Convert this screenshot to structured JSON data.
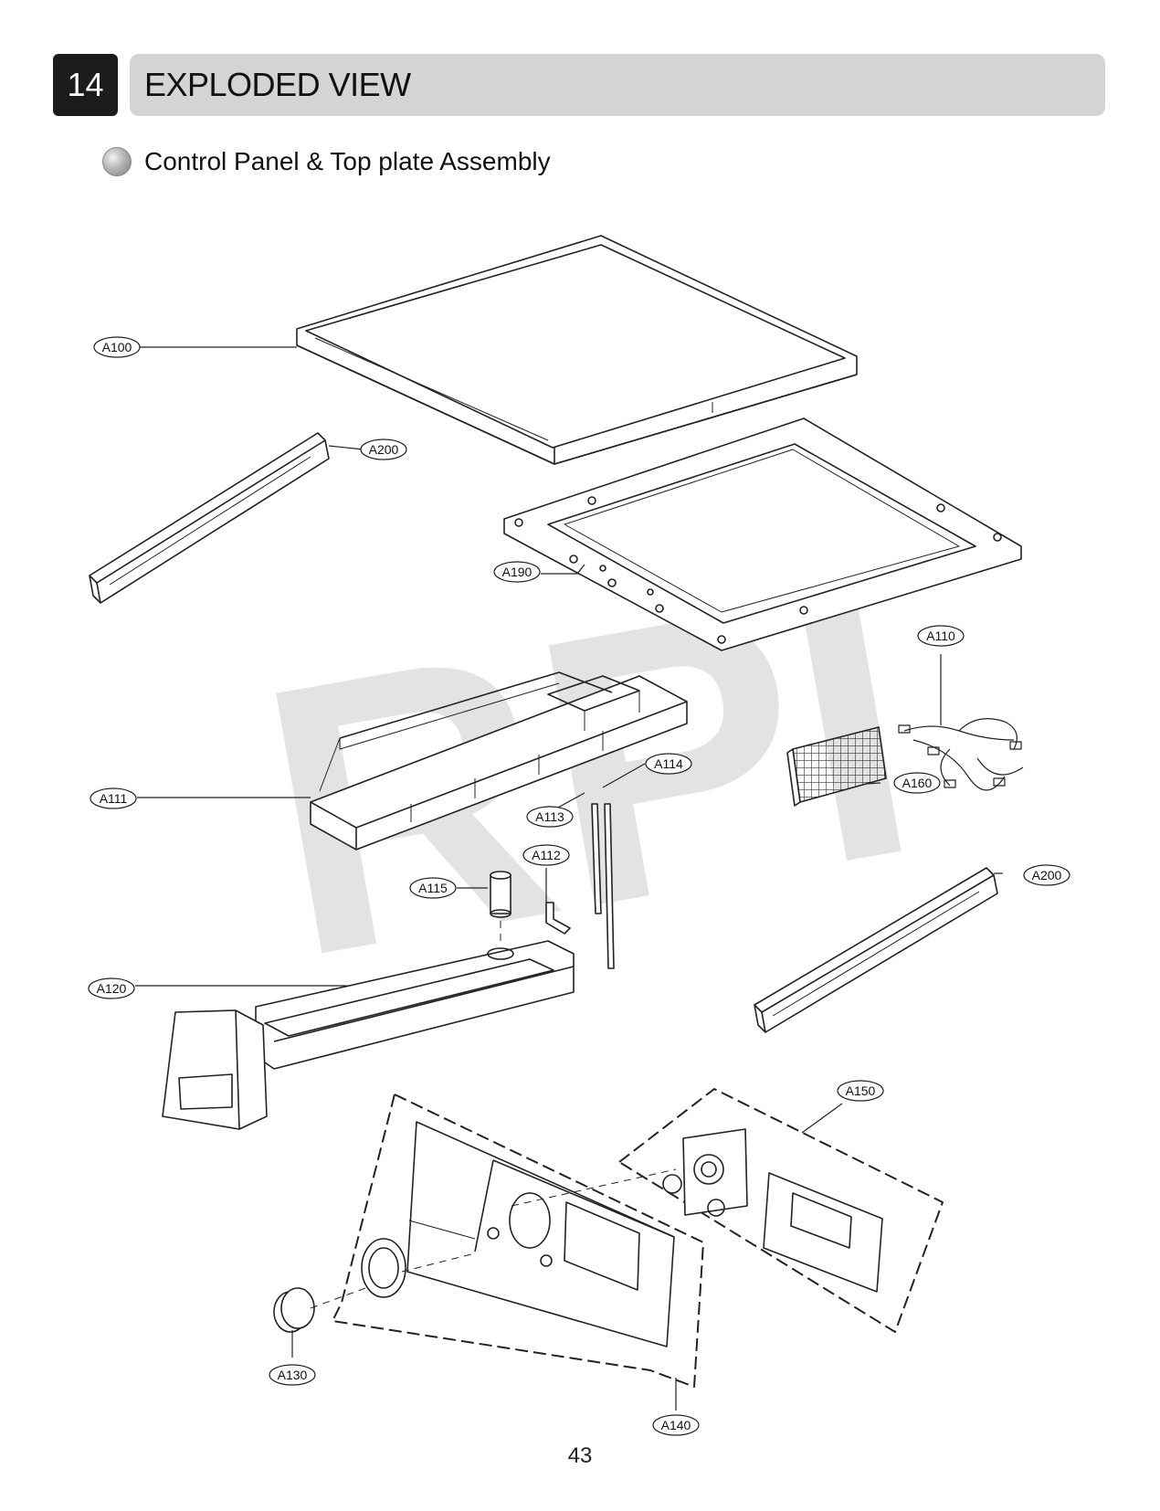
{
  "chapter": {
    "number": "14",
    "title": "EXPLODED VIEW"
  },
  "section": {
    "title": "Control Panel & Top plate Assembly"
  },
  "watermark": "RPI",
  "callouts": {
    "a100": "A100",
    "a200_left": "A200",
    "a190": "A190",
    "a110": "A110",
    "a111": "A111",
    "a114": "A114",
    "a113": "A113",
    "a160": "A160",
    "a112": "A112",
    "a115": "A115",
    "a200_right": "A200",
    "a120": "A120",
    "a150": "A150",
    "a130": "A130",
    "a140": "A140"
  },
  "page_number": "43"
}
